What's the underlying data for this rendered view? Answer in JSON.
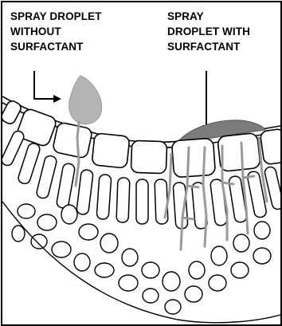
{
  "labels": {
    "without": [
      "SPRAY DROPLET",
      "WITHOUT",
      "SURFACTANT"
    ],
    "with": [
      "SPRAY",
      "DROPLET WITH",
      "SURFACTANT"
    ]
  },
  "colors": {
    "droplet_without": "#b4b4b4",
    "droplet_with": "#7c7c7c",
    "veins": "#9a9a9a",
    "outline": "#000000"
  }
}
